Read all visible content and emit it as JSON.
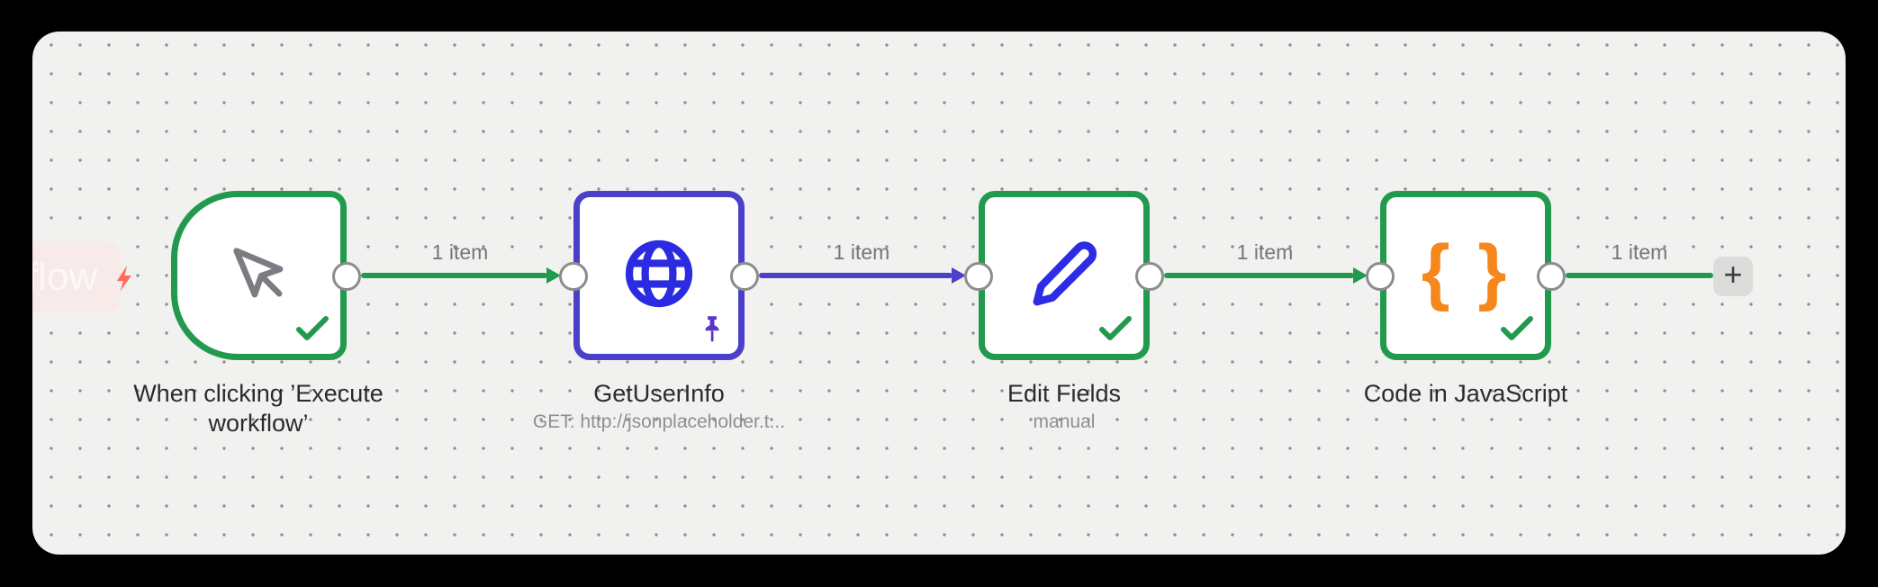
{
  "canvas": {
    "background": "#f1f1f0",
    "frame": "#000000",
    "dot_color": "#8f8f8f"
  },
  "partial_element": {
    "label": "flow"
  },
  "nodes": [
    {
      "title": "When clicking ’Execute workflow’"
    },
    {
      "title": "GetUserInfo",
      "subtitle": "GET: http://jsonplaceholder.t..."
    },
    {
      "title": "Edit Fields",
      "subtitle": "manual"
    },
    {
      "title": "Code in JavaScript"
    }
  ],
  "connections": [
    {
      "label": "1 item"
    },
    {
      "label": "1 item"
    },
    {
      "label": "1 item"
    },
    {
      "label": "1 item"
    }
  ],
  "add_button": {
    "label": "+"
  },
  "icons": {
    "code_glyph": "{ }"
  },
  "colors": {
    "success_green": "#229a4e",
    "pinned_indigo": "#4b40c9",
    "icon_blue": "#2b2be2",
    "icon_orange": "#f6871d",
    "lightning_coral": "#ff6d5a",
    "cursor_gray": "#7b7b83",
    "pin_purple": "#5b35cc"
  }
}
